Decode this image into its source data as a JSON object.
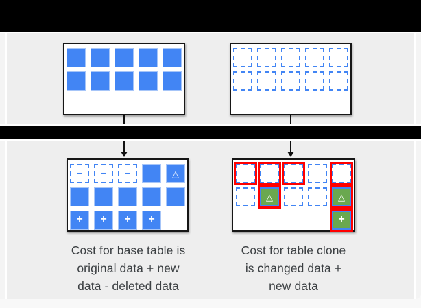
{
  "palette": {
    "block_blue": "#4285f4",
    "block_green": "#6aa84f",
    "highlight_red": "#ff0000",
    "canvas_gray": "#eeeeee",
    "redaction_black": "#000000",
    "caption_text": "#3c4043"
  },
  "symbols": {
    "dashed-minus": "−",
    "solid-delta": "△",
    "solid-plus": "+",
    "green-delta-red": "△",
    "green-plus-red": "+"
  },
  "grids": {
    "base_table_original": [
      [
        "solid",
        "solid",
        "solid",
        "solid",
        "solid"
      ],
      [
        "solid",
        "solid",
        "solid",
        "solid",
        "solid"
      ]
    ],
    "table_clone_initial": [
      [
        "dashed",
        "dashed",
        "dashed",
        "dashed",
        "dashed"
      ],
      [
        "dashed",
        "dashed",
        "dashed",
        "dashed",
        "dashed"
      ]
    ],
    "base_table_cost": [
      [
        "dashed-minus",
        "dashed-minus",
        "dashed-minus",
        "solid",
        "solid-delta"
      ],
      [
        "solid",
        "solid",
        "solid",
        "solid",
        "solid"
      ],
      [
        "solid-plus",
        "solid-plus",
        "solid-plus",
        "solid-plus",
        "empty"
      ]
    ],
    "table_clone_cost": [
      [
        "dashed-red",
        "dashed-red",
        "dashed-red",
        "dashed",
        "dashed-red"
      ],
      [
        "dashed",
        "green-delta-red",
        "dashed",
        "dashed",
        "green-delta-red"
      ],
      [
        "empty",
        "empty",
        "empty",
        "empty",
        "green-plus-red"
      ]
    ]
  },
  "captions": {
    "left": {
      "lines": [
        "Cost for base table is",
        "original data + new",
        "data - deleted data"
      ]
    },
    "right": {
      "lines": [
        "Cost for table clone",
        "is changed data +",
        "new data"
      ]
    }
  }
}
